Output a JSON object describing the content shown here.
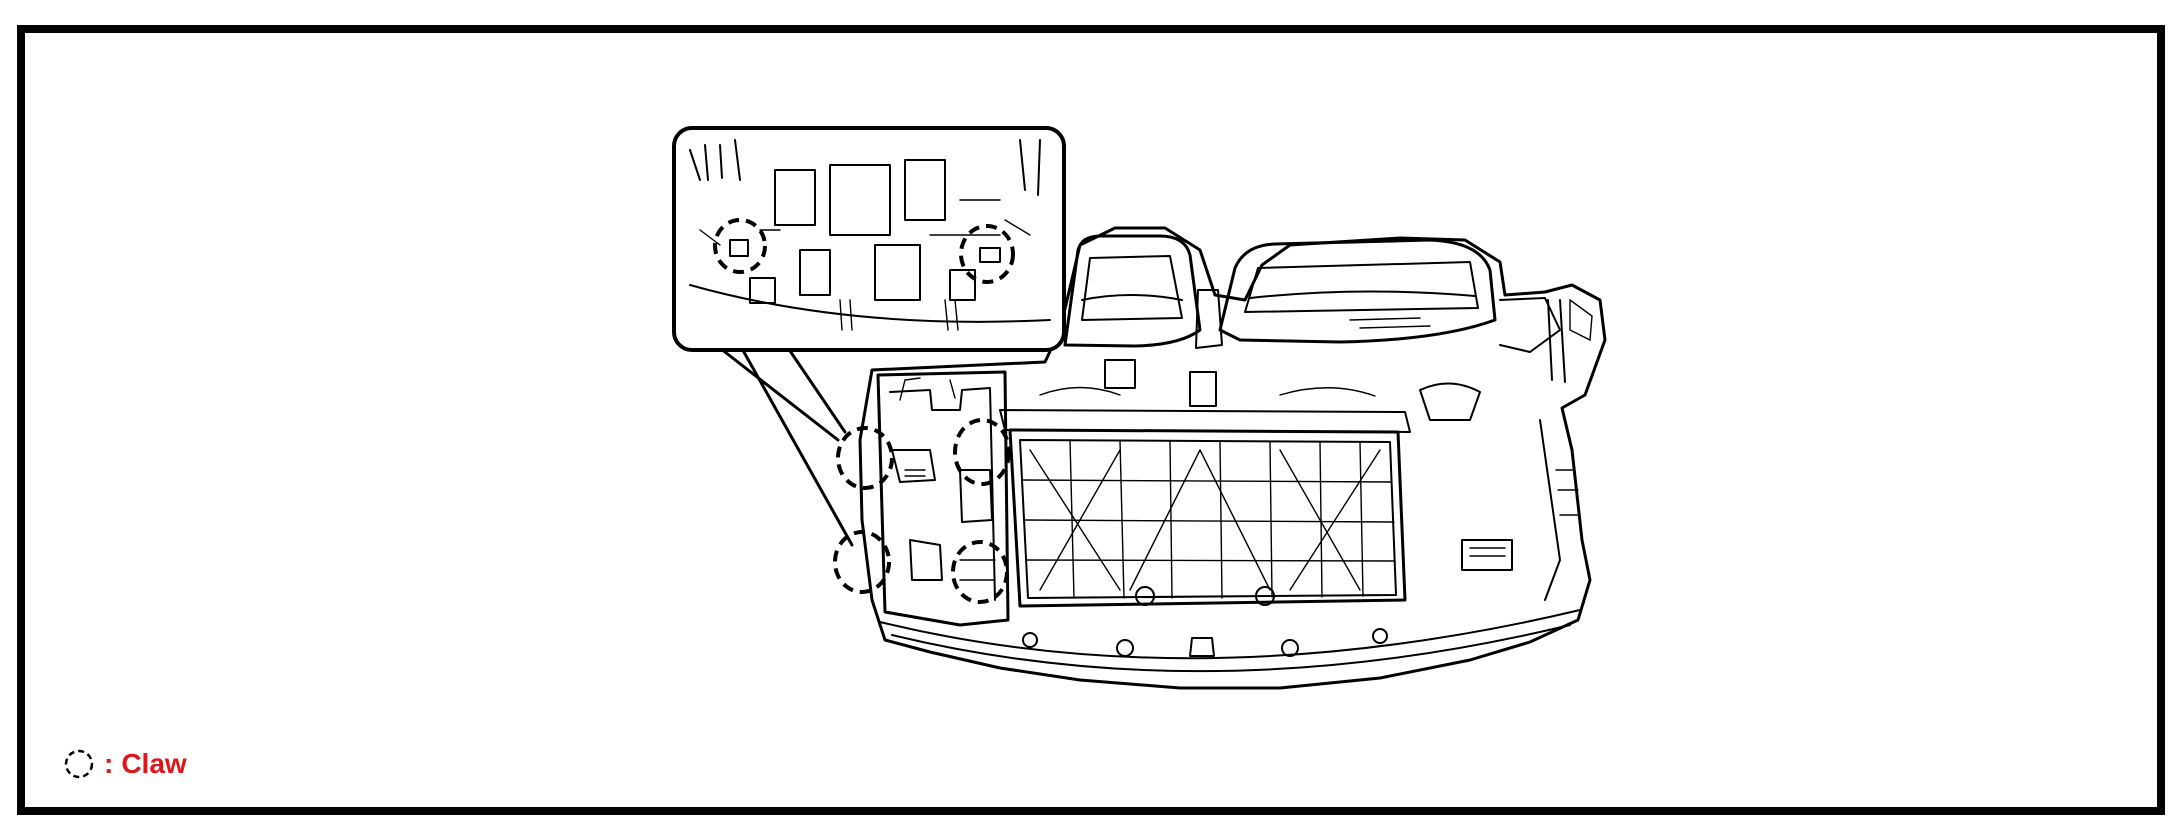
{
  "legend": {
    "symbol_icon": "dashed-circle-icon",
    "separator": ":",
    "label": "Claw",
    "label_color": "#e0161b"
  },
  "figure": {
    "subject": "console-panel-claw-locations",
    "claw_count_main": 4,
    "claw_count_inset": 2
  }
}
